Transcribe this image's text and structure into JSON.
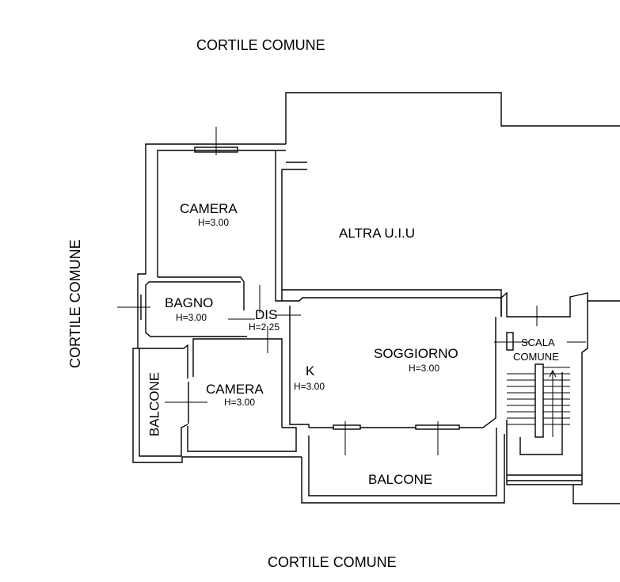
{
  "surroundings": {
    "north": "CORTILE COMUNE",
    "west": "CORTILE COMUNE",
    "south": "CORTILE COMUNE"
  },
  "rooms": {
    "camera_top": {
      "name": "CAMERA",
      "height": "H=3.00"
    },
    "altra_uiu": {
      "name": "ALTRA U.I.U"
    },
    "bagno": {
      "name": "BAGNO",
      "height": "H=3.00"
    },
    "dis": {
      "name": "DIS",
      "height": "H=2.25"
    },
    "soggiorno": {
      "name": "SOGGIORNO",
      "height": "H=3.00"
    },
    "scala": {
      "line1": "SCALA",
      "line2": "COMUNE"
    },
    "kitchen": {
      "name": "K",
      "height": "H=3.00"
    },
    "camera_bottom": {
      "name": "CAMERA",
      "height": "H=3.00"
    },
    "balcone_side": {
      "name": "BALCONE"
    },
    "balcone_bottom": {
      "name": "BALCONE"
    }
  }
}
